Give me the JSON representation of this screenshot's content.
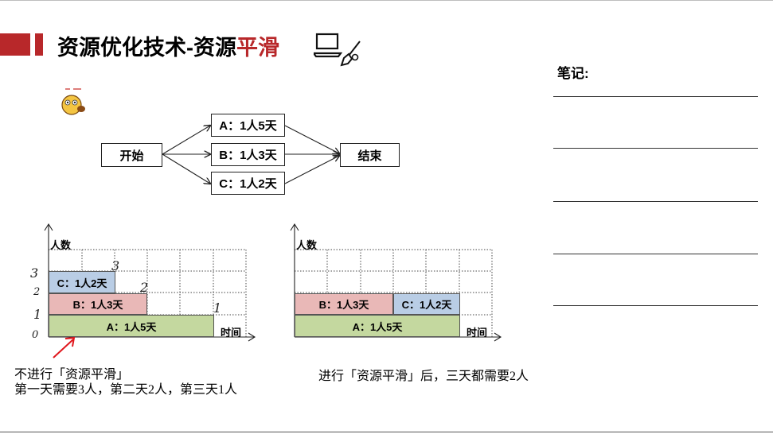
{
  "header": {
    "title_main": "资源优化技术-资源",
    "title_highlight": "平滑"
  },
  "notes": {
    "label": "笔记:"
  },
  "network": {
    "start": "开始",
    "end": "结束",
    "tasks": [
      "A：1人5天",
      "B：1人3天",
      "C：1人2天"
    ]
  },
  "chart_left": {
    "ylabel": "人数",
    "xlabel": "时间",
    "bars": {
      "a": "A：1人5天",
      "b": "B：1人3天",
      "c": "C：1人2天"
    },
    "annotations": {
      "y0": "0",
      "y1": "1",
      "y2": "2",
      "y3": "3",
      "n3": "3",
      "n2": "2",
      "n1": "1"
    }
  },
  "chart_right": {
    "ylabel": "人数",
    "xlabel": "时间",
    "bars": {
      "a": "A：1人5天",
      "b": "B：1人3天",
      "c": "C：1人2天"
    }
  },
  "captions": {
    "left_line1": "不进行「资源平滑」",
    "left_line2": "第一天需要3人，第二天2人，第三天1人",
    "right": "进行「资源平滑」后，三天都需要2人"
  },
  "colors": {
    "accent": "#b8282a",
    "task_a": "#c4d89f",
    "task_b": "#e9b8b7",
    "task_c": "#b9cde5"
  }
}
